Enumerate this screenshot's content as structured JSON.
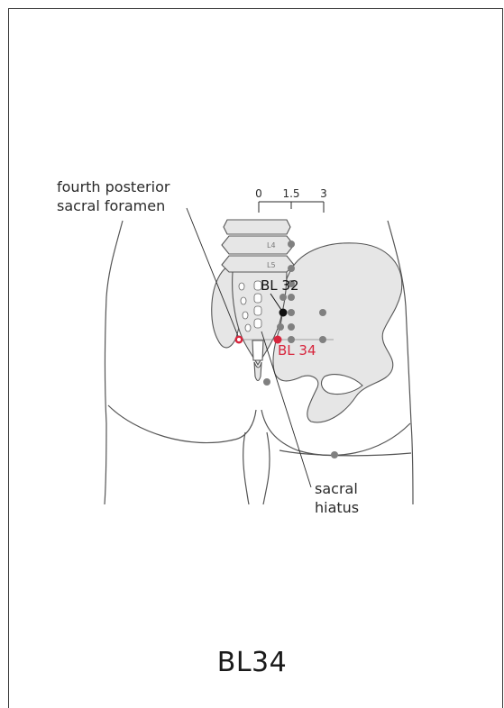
{
  "title": "BL34",
  "labels": {
    "foramen_line1": "fourth posterior",
    "foramen_line2": "sacral foramen",
    "hiatus_line1": "sacral",
    "hiatus_line2": "hiatus",
    "point_primary": "BL 34",
    "point_reference": "BL 32",
    "vertebra_l4": "L4",
    "vertebra_l5": "L5"
  },
  "scale": {
    "ticks": [
      "0",
      "1.5",
      "3"
    ]
  },
  "colors": {
    "highlight": "#d7263d",
    "reference": "#111111",
    "other_points": "#808080",
    "bone_fill": "#e6e6e6",
    "outline": "#555555"
  }
}
